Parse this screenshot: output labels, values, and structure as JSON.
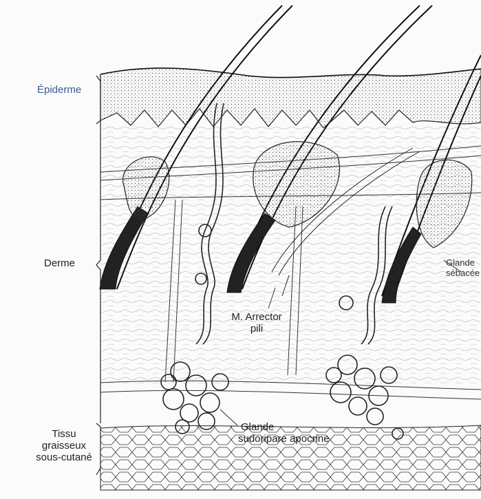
{
  "labels": {
    "epiderme": "Épiderme",
    "derme": "Derme",
    "tissu_line1": "Tissu",
    "tissu_line2": "graisseux",
    "tissu_line3": "sous-cutané",
    "arrector_line1": "M. Arrector",
    "arrector_line2": "pili",
    "apocrine_line1": "Glande",
    "apocrine_line2": "sudoripare apocrine",
    "sebacee_line1": "Glande",
    "sebacee_line2": "sébacée"
  },
  "colors": {
    "layer_label": "#3a5a8c",
    "ink": "#1a1a1a",
    "paper": "#fbfbfb"
  }
}
